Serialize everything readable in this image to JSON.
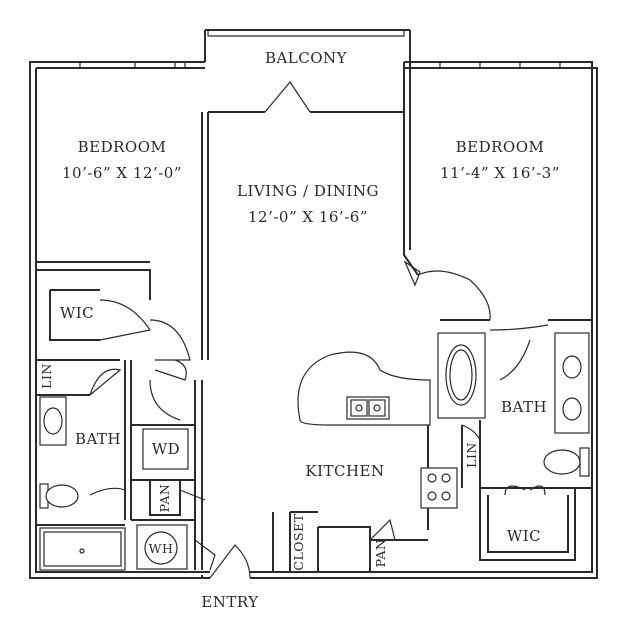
{
  "rooms": {
    "balcony": "BALCONY",
    "bedroom_left": {
      "name": "BEDROOM",
      "size": "10’-6” X 12’-0”"
    },
    "bedroom_right": {
      "name": "BEDROOM",
      "size": "11’-4” X 16’-3”"
    },
    "living": {
      "name": "LIVING / DINING",
      "size": "12’-0” X 16’-6”"
    },
    "wic_left": "WIC",
    "wic_right": "WIC",
    "lin_left": "LIN",
    "lin_right": "LIN",
    "bath_left": "BATH",
    "bath_right": "BATH",
    "wd": "WD",
    "pan_left": "PAN",
    "pan_right": "PAN",
    "wh": "WH",
    "closet": "CLOSET",
    "kitchen": "KITCHEN",
    "entry": "ENTRY"
  }
}
